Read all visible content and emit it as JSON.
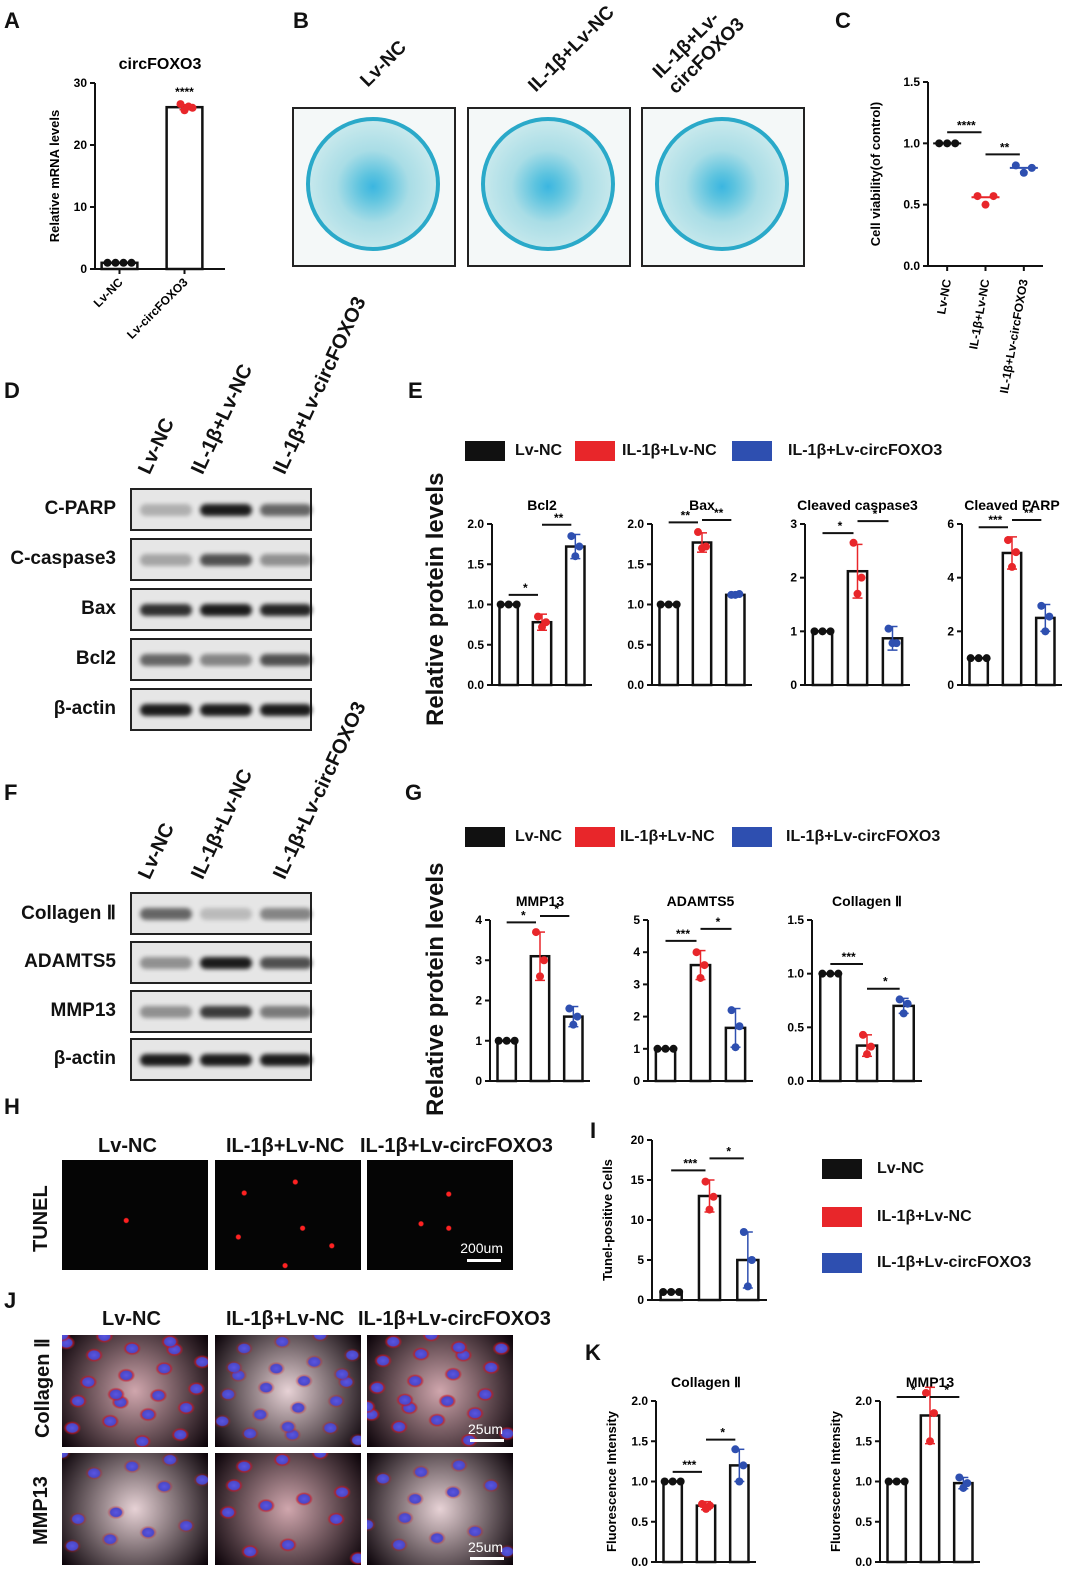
{
  "panel_labels": {
    "A": "A",
    "B": "B",
    "C": "C",
    "D": "D",
    "E": "E",
    "F": "F",
    "G": "G",
    "H": "H",
    "I": "I",
    "J": "J",
    "K": "K"
  },
  "groups": [
    "Lv-NC",
    "IL-1β+Lv-NC",
    "IL-1β+Lv-circFOXO3"
  ],
  "colors": {
    "black": "#111111",
    "red": "#e8262a",
    "blue": "#2e4fb0"
  },
  "plates": {
    "labels": [
      "Lv-NC",
      "IL-1β+Lv-NC",
      "IL-1β+Lv-circFOXO3"
    ]
  },
  "blot_D": {
    "lanes": [
      "Lv-NC",
      "IL-1β+Lv-NC",
      "IL-1β+Lv-circFOXO3"
    ],
    "rows": [
      {
        "label": "C-PARP",
        "intensity": [
          0.25,
          0.95,
          0.6
        ]
      },
      {
        "label": "C-caspase3",
        "intensity": [
          0.3,
          0.7,
          0.4
        ]
      },
      {
        "label": "Bax",
        "intensity": [
          0.85,
          0.95,
          0.9
        ]
      },
      {
        "label": "Bcl2",
        "intensity": [
          0.6,
          0.45,
          0.7
        ]
      },
      {
        "label": "β-actin",
        "intensity": [
          0.95,
          0.95,
          0.95
        ]
      }
    ]
  },
  "blot_F": {
    "lanes": [
      "Lv-NC",
      "IL-1β+Lv-NC",
      "IL-1β+Lv-circFOXO3"
    ],
    "rows": [
      {
        "label": "Collagen Ⅱ",
        "intensity": [
          0.6,
          0.2,
          0.45
        ]
      },
      {
        "label": "ADAMTS5",
        "intensity": [
          0.4,
          0.95,
          0.7
        ]
      },
      {
        "label": "MMP13",
        "intensity": [
          0.4,
          0.8,
          0.5
        ]
      },
      {
        "label": "β-actin",
        "intensity": [
          0.95,
          0.95,
          0.95
        ]
      }
    ]
  },
  "shared_ylabel": "Relative protein levels",
  "tunel": {
    "row_label": "TUNEL",
    "cols": [
      "Lv-NC",
      "IL-1β+Lv-NC",
      "IL-1β+Lv-circFOXO3"
    ],
    "scale": "200um"
  },
  "if_images": {
    "cols": [
      "Lv-NC",
      "IL-1β+Lv-NC",
      "IL-1β+Lv-circFOXO3"
    ],
    "rows": [
      "Collagen Ⅱ",
      "MMP13"
    ],
    "scale": "25um"
  },
  "chart_data": [
    {
      "id": "A",
      "type": "bar",
      "title": "circFOXO3",
      "ylabel": "Relative mRNA levels",
      "categories": [
        "Lv-NC",
        "Lv-circFOXO3"
      ],
      "ylim": [
        0,
        30
      ],
      "yticks": [
        0,
        10,
        20,
        30
      ],
      "values": [
        1,
        26.1
      ],
      "err": [
        0,
        0.4
      ],
      "points": [
        [
          1,
          1,
          1,
          1
        ],
        [
          26.6,
          25.6,
          26.2,
          26.0
        ]
      ],
      "colors": [
        "#111111",
        "#e8262a"
      ],
      "sig": [
        {
          "label": "****",
          "on": 1
        }
      ]
    },
    {
      "id": "C",
      "type": "scatter",
      "title": "",
      "ylabel": "Cell viability(of control)",
      "categories": [
        "Lv-NC",
        "IL-1β+Lv-NC",
        "IL-1β+Lv-circFOXO3"
      ],
      "ylim": [
        0,
        1.5
      ],
      "yticks": [
        0.0,
        0.5,
        1.0,
        1.5
      ],
      "values": [
        1.0,
        0.56,
        0.8
      ],
      "points": [
        [
          1,
          1,
          1
        ],
        [
          0.57,
          0.5,
          0.57
        ],
        [
          0.82,
          0.76,
          0.8
        ]
      ],
      "colors": [
        "#111111",
        "#e8262a",
        "#2e4fb0"
      ],
      "sig": [
        {
          "label": "****",
          "from": 0,
          "to": 1
        },
        {
          "label": "**",
          "from": 1,
          "to": 2
        }
      ]
    },
    {
      "id": "E1",
      "type": "bar",
      "title": "Bcl2",
      "ylim": [
        0,
        2
      ],
      "yticks": [
        0.0,
        0.5,
        1.0,
        1.5,
        2.0
      ],
      "values": [
        1,
        0.78,
        1.72
      ],
      "err": [
        0,
        0.1,
        0.15
      ],
      "points": [
        [
          1,
          1,
          1
        ],
        [
          0.85,
          0.72,
          0.78
        ],
        [
          1.85,
          1.6,
          1.72
        ]
      ],
      "colors": [
        "#111111",
        "#e8262a",
        "#2e4fb0"
      ],
      "sig": [
        {
          "label": "*",
          "from": 0,
          "to": 1
        },
        {
          "label": "**",
          "from": 1,
          "to": 2
        }
      ]
    },
    {
      "id": "E2",
      "type": "bar",
      "title": "Bax",
      "ylim": [
        0,
        2
      ],
      "yticks": [
        0.0,
        0.5,
        1.0,
        1.5,
        2.0
      ],
      "values": [
        1,
        1.77,
        1.12
      ],
      "err": [
        0,
        0.12,
        0.02
      ],
      "points": [
        [
          1,
          1,
          1
        ],
        [
          1.9,
          1.7,
          1.72
        ],
        [
          1.12,
          1.12,
          1.13
        ]
      ],
      "colors": [
        "#111111",
        "#e8262a",
        "#2e4fb0"
      ],
      "sig": [
        {
          "label": "**",
          "from": 0,
          "to": 1
        },
        {
          "label": "**",
          "from": 1,
          "to": 2
        }
      ]
    },
    {
      "id": "E3",
      "type": "bar",
      "title": "Cleaved caspase3",
      "ylim": [
        0,
        3
      ],
      "yticks": [
        0,
        1,
        2,
        3
      ],
      "values": [
        1,
        2.12,
        0.87
      ],
      "err": [
        0,
        0.5,
        0.22
      ],
      "points": [
        [
          1,
          1,
          1
        ],
        [
          2.65,
          1.7,
          2.0
        ],
        [
          1.05,
          0.78,
          0.78
        ]
      ],
      "colors": [
        "#111111",
        "#e8262a",
        "#2e4fb0"
      ],
      "sig": [
        {
          "label": "*",
          "from": 0,
          "to": 1
        },
        {
          "label": "*",
          "from": 1,
          "to": 2
        }
      ]
    },
    {
      "id": "E4",
      "type": "bar",
      "title": "Cleaved PARP",
      "ylim": [
        0,
        6
      ],
      "yticks": [
        0,
        2,
        4,
        6
      ],
      "values": [
        1,
        4.92,
        2.5
      ],
      "err": [
        0,
        0.6,
        0.5
      ],
      "points": [
        [
          1,
          1,
          1
        ],
        [
          5.4,
          4.4,
          4.95
        ],
        [
          2.95,
          2.0,
          2.55
        ]
      ],
      "colors": [
        "#111111",
        "#e8262a",
        "#2e4fb0"
      ],
      "sig": [
        {
          "label": "***",
          "from": 0,
          "to": 1
        },
        {
          "label": "**",
          "from": 1,
          "to": 2
        }
      ]
    },
    {
      "id": "G1",
      "type": "bar",
      "title": "MMP13",
      "ylim": [
        0,
        4
      ],
      "yticks": [
        0,
        1,
        2,
        3,
        4
      ],
      "values": [
        1,
        3.1,
        1.6
      ],
      "err": [
        0,
        0.6,
        0.25
      ],
      "points": [
        [
          1,
          1,
          1
        ],
        [
          3.7,
          2.6,
          3.0
        ],
        [
          1.8,
          1.4,
          1.6
        ]
      ],
      "colors": [
        "#111111",
        "#e8262a",
        "#2e4fb0"
      ],
      "sig": [
        {
          "label": "*",
          "from": 0,
          "to": 1
        },
        {
          "label": "*",
          "from": 1,
          "to": 2
        }
      ]
    },
    {
      "id": "G2",
      "type": "bar",
      "title": "ADAMTS5",
      "ylim": [
        0,
        5
      ],
      "yticks": [
        0,
        1,
        2,
        3,
        4,
        5
      ],
      "values": [
        1,
        3.6,
        1.65
      ],
      "err": [
        0,
        0.45,
        0.6
      ],
      "points": [
        [
          1,
          1,
          1
        ],
        [
          4.0,
          3.2,
          3.6
        ],
        [
          2.2,
          1.05,
          1.7
        ]
      ],
      "colors": [
        "#111111",
        "#e8262a",
        "#2e4fb0"
      ],
      "sig": [
        {
          "label": "***",
          "from": 0,
          "to": 1
        },
        {
          "label": "*",
          "from": 1,
          "to": 2
        }
      ]
    },
    {
      "id": "G3",
      "type": "bar",
      "title": "Collagen Ⅱ",
      "ylim": [
        0,
        1.5
      ],
      "yticks": [
        0.0,
        0.5,
        1.0,
        1.5
      ],
      "values": [
        1,
        0.33,
        0.7
      ],
      "err": [
        0,
        0.1,
        0.07
      ],
      "points": [
        [
          1,
          1,
          1
        ],
        [
          0.43,
          0.25,
          0.32
        ],
        [
          0.76,
          0.63,
          0.72
        ]
      ],
      "colors": [
        "#111111",
        "#e8262a",
        "#2e4fb0"
      ],
      "sig": [
        {
          "label": "***",
          "from": 0,
          "to": 1
        },
        {
          "label": "*",
          "from": 1,
          "to": 2
        }
      ]
    },
    {
      "id": "I",
      "type": "bar",
      "title": "",
      "ylabel": "Tunel-positive Cells",
      "ylim": [
        0,
        20
      ],
      "yticks": [
        0,
        5,
        10,
        15,
        20
      ],
      "values": [
        1,
        13,
        5
      ],
      "err": [
        0,
        2,
        3.5
      ],
      "points": [
        [
          1,
          1,
          1
        ],
        [
          14.8,
          11.3,
          12.9
        ],
        [
          8.5,
          1.7,
          5
        ]
      ],
      "colors": [
        "#111111",
        "#e8262a",
        "#2e4fb0"
      ],
      "sig": [
        {
          "label": "***",
          "from": 0,
          "to": 1
        },
        {
          "label": "*",
          "from": 1,
          "to": 2
        }
      ]
    },
    {
      "id": "K1",
      "type": "bar",
      "title": "Collagen Ⅱ",
      "ylabel": "Fluorescence Intensity",
      "ylim": [
        0,
        2
      ],
      "yticks": [
        0.0,
        0.5,
        1.0,
        1.5,
        2.0
      ],
      "values": [
        1,
        0.7,
        1.2
      ],
      "err": [
        0,
        0.05,
        0.2
      ],
      "points": [
        [
          1,
          1,
          1
        ],
        [
          0.72,
          0.66,
          0.7
        ],
        [
          1.4,
          1.0,
          1.2
        ]
      ],
      "colors": [
        "#111111",
        "#e8262a",
        "#2e4fb0"
      ],
      "sig": [
        {
          "label": "***",
          "from": 0,
          "to": 1
        },
        {
          "label": "*",
          "from": 1,
          "to": 2
        }
      ]
    },
    {
      "id": "K2",
      "type": "bar",
      "title": "MMP13",
      "ylabel": "Fluorescence Intensity",
      "ylim": [
        0,
        2
      ],
      "yticks": [
        0.0,
        0.5,
        1.0,
        1.5,
        2.0
      ],
      "values": [
        1,
        1.82,
        0.98
      ],
      "err": [
        0,
        0.35,
        0.07
      ],
      "points": [
        [
          1,
          1,
          1
        ],
        [
          2.1,
          1.5,
          1.85
        ],
        [
          1.05,
          0.92,
          0.98
        ]
      ],
      "colors": [
        "#111111",
        "#e8262a",
        "#2e4fb0"
      ],
      "sig": [
        {
          "label": "*",
          "from": 0,
          "to": 1
        },
        {
          "label": "*",
          "from": 1,
          "to": 2
        }
      ]
    }
  ]
}
